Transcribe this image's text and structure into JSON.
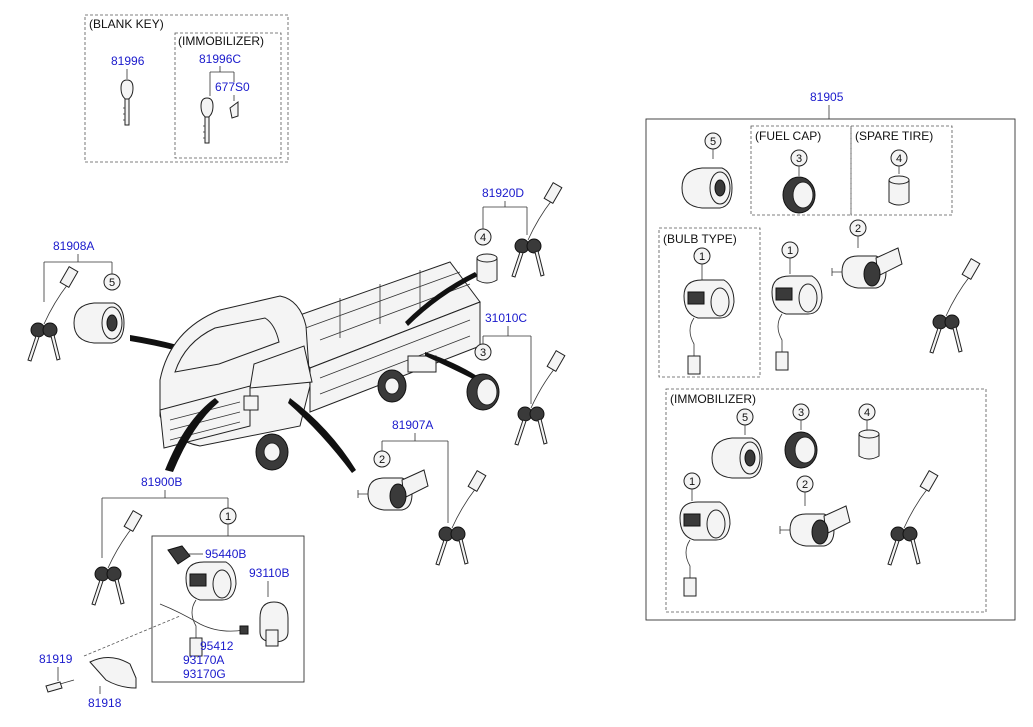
{
  "captions": {
    "blank_key": "(BLANK KEY)",
    "immobilizer_small": "(IMMOBILIZER)",
    "fuel_cap": "(FUEL CAP)",
    "spare_tire": "(SPARE TIRE)",
    "bulb_type": "(BULB TYPE)",
    "immobilizer_set": "(IMMOBILIZER)"
  },
  "part_numbers": {
    "p81996": "81996",
    "p81996c": "81996C",
    "p677s0": "677S0",
    "p81908a": "81908A",
    "p81920d": "81920D",
    "p31010c": "31010C",
    "p81907a": "81907A",
    "p81900b": "81900B",
    "p95440b": "95440B",
    "p93110b": "93110B",
    "p95412": "95412",
    "p93170a": "93170A",
    "p93170g": "93170G",
    "p81919": "81919",
    "p81918": "81918",
    "p81905": "81905"
  },
  "callouts": {
    "c1": "1",
    "c2": "2",
    "c3": "3",
    "c4": "4",
    "c5": "5"
  }
}
